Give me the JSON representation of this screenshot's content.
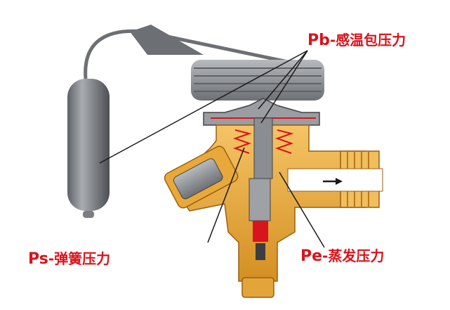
{
  "labels": {
    "pb": {
      "symbol": "Pb",
      "sep": "-",
      "text": "感温包压力"
    },
    "ps": {
      "symbol": "Ps",
      "sep": "-",
      "text": "弹簧压力"
    },
    "pe": {
      "symbol": "Pe",
      "sep": "-",
      "text": "蒸发压力"
    }
  },
  "colors": {
    "label_red": "#d8141c",
    "brass": "#e8a93a",
    "brass_dark": "#b9771b",
    "steel": "#8a8d91",
    "steel_dark": "#55585c",
    "line": "#1a1a1a"
  },
  "icons": [
    "flow-arrow-icon"
  ]
}
